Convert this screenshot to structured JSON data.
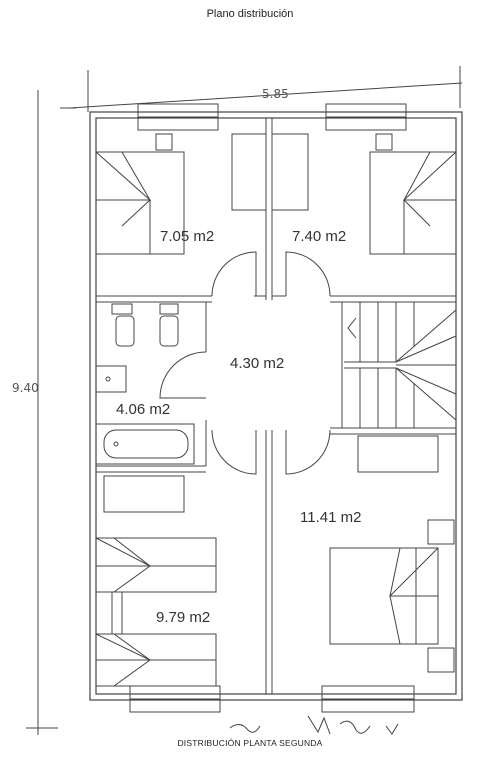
{
  "title": "Plano distribución",
  "footer": "DISTRIBUCIÓN PLANTA SEGUNDA",
  "dimensions": {
    "width": "5.85",
    "height": "9.40"
  },
  "rooms": [
    {
      "name": "bedroom-top-left",
      "area": "7.05 m2"
    },
    {
      "name": "bedroom-top-right",
      "area": "7.40 m2"
    },
    {
      "name": "hall",
      "area": "4.30 m2"
    },
    {
      "name": "bathroom",
      "area": "4.06 m2"
    },
    {
      "name": "bedroom-bottom-right",
      "area": "11.41 m2"
    },
    {
      "name": "bedroom-bottom-left",
      "area": "9.79 m2"
    }
  ]
}
